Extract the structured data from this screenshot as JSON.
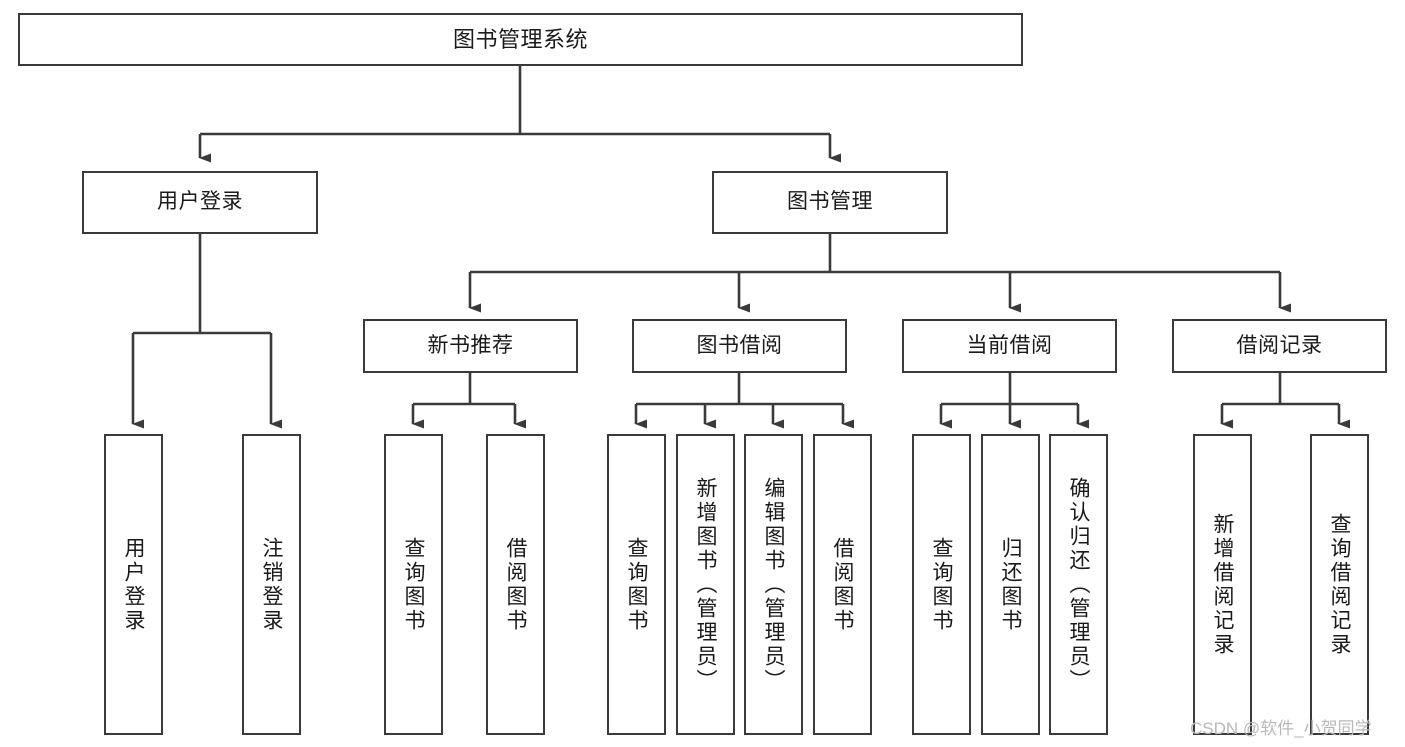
{
  "diagram": {
    "title": "图书管理系统",
    "type": "tree-hierarchy",
    "watermark": "CSDN @软件_小贺同学",
    "colors": {
      "background": "#ffffff",
      "node_border": "#3a3a3a",
      "node_fill": "#ffffff",
      "edge": "#3a3a3a",
      "text": "#1a1a1a",
      "watermark": "#b9b9b9"
    },
    "nodes": {
      "root": {
        "label": "图书管理系统"
      },
      "level1": [
        {
          "label": "用户登录"
        },
        {
          "label": "图书管理"
        }
      ],
      "level2": [
        {
          "label": "新书推荐"
        },
        {
          "label": "图书借阅"
        },
        {
          "label": "当前借阅"
        },
        {
          "label": "借阅记录"
        }
      ],
      "leaves": {
        "user_login": [
          {
            "label": "用户登录"
          },
          {
            "label": "注销登录"
          }
        ],
        "new_book": [
          {
            "label": "查询图书"
          },
          {
            "label": "借阅图书"
          }
        ],
        "book_borrow": [
          {
            "label": "查询图书"
          },
          {
            "label": "新增图书（管理员）"
          },
          {
            "label": "编辑图书（管理员）"
          },
          {
            "label": "借阅图书"
          }
        ],
        "current_borrow": [
          {
            "label": "查询图书"
          },
          {
            "label": "归还图书"
          },
          {
            "label": "确认归还（管理员）"
          }
        ],
        "borrow_record": [
          {
            "label": "新增借阅记录"
          },
          {
            "label": "查询借阅记录"
          }
        ]
      }
    }
  }
}
